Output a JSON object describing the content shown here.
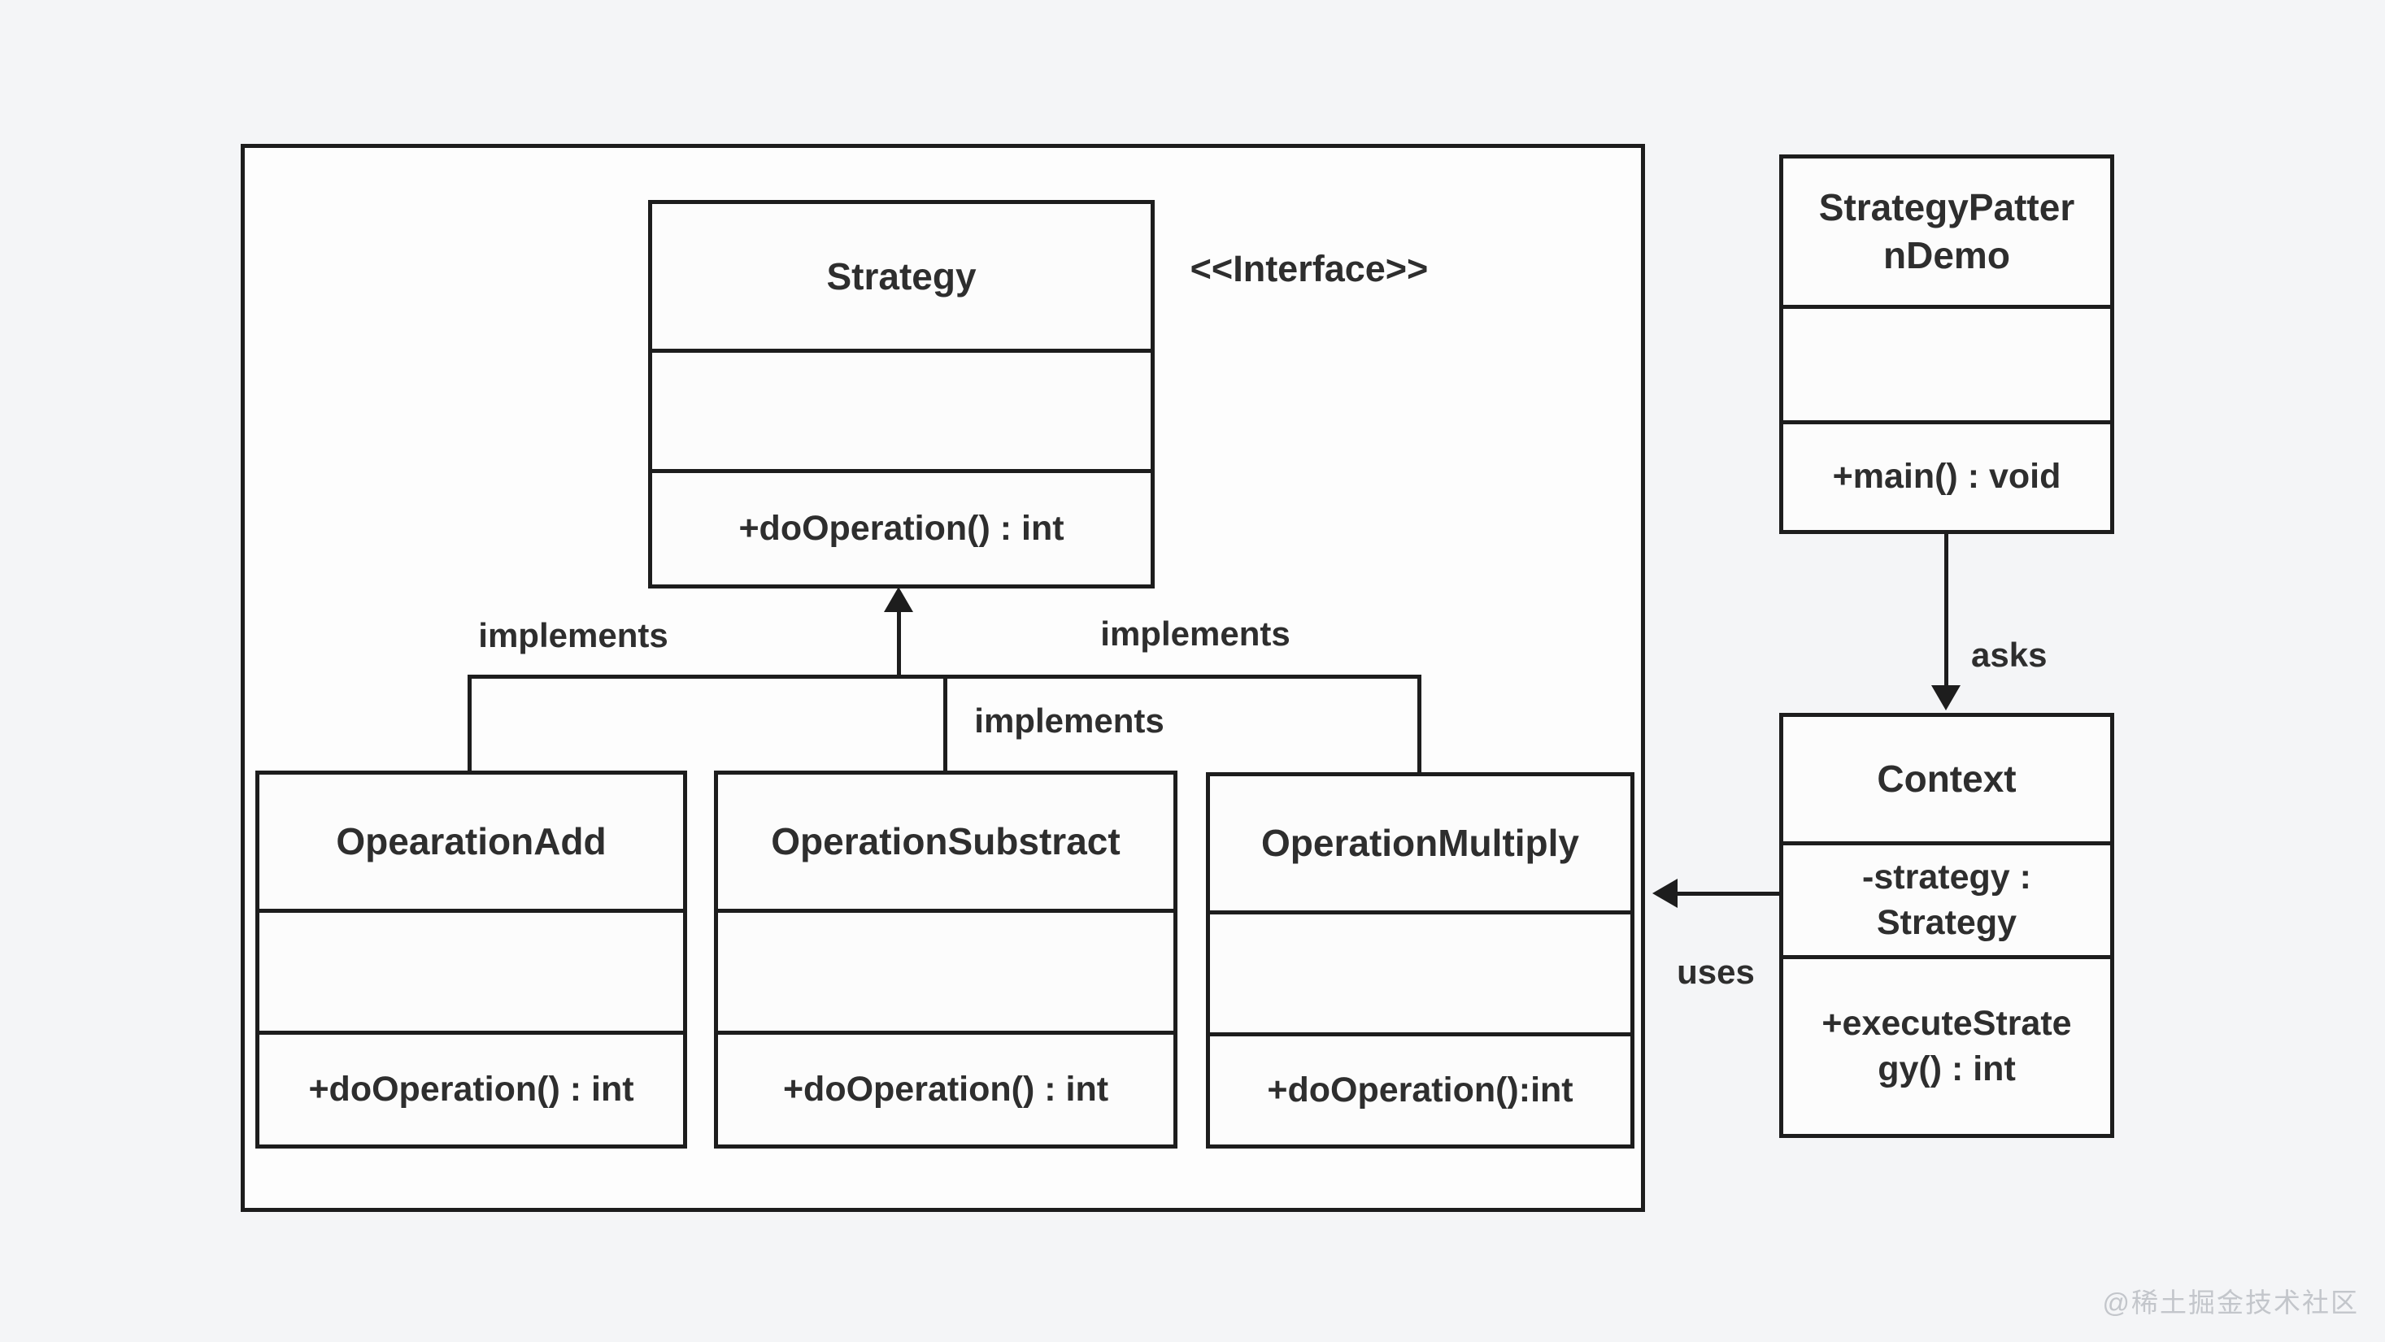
{
  "colors": {
    "line": "#1d1d1d",
    "text": "#2e2e2e",
    "background": "#f4f5f7",
    "surface": "#fdfdfd",
    "watermark_color": "#c3c6cb"
  },
  "diagram_type": "uml-class-diagram",
  "classes": {
    "strategy": {
      "title": "Strategy",
      "attributes": "",
      "methods": "+doOperation() : int"
    },
    "opearation_add": {
      "title": "OpearationAdd",
      "attributes": "",
      "methods": "+doOperation() : int"
    },
    "operation_substract": {
      "title": "OperationSubstract",
      "attributes": "",
      "methods": "+doOperation() : int"
    },
    "operation_multiply": {
      "title": "OperationMultiply",
      "attributes": "",
      "methods": "+doOperation():int"
    },
    "strategy_pattern_demo": {
      "title": "StrategyPatter\nnDemo",
      "attributes": "",
      "methods": "+main() : void"
    },
    "context": {
      "title": "Context",
      "attributes": "-strategy :\nStrategy",
      "methods": "+executeStrate\ngy() : int"
    }
  },
  "labels": {
    "stereotype": "<<Interface>>",
    "implements_left": "implements",
    "implements_middle": "implements",
    "implements_right": "implements",
    "asks": "asks",
    "uses": "uses"
  },
  "watermark": "@稀土掘金技术社区"
}
